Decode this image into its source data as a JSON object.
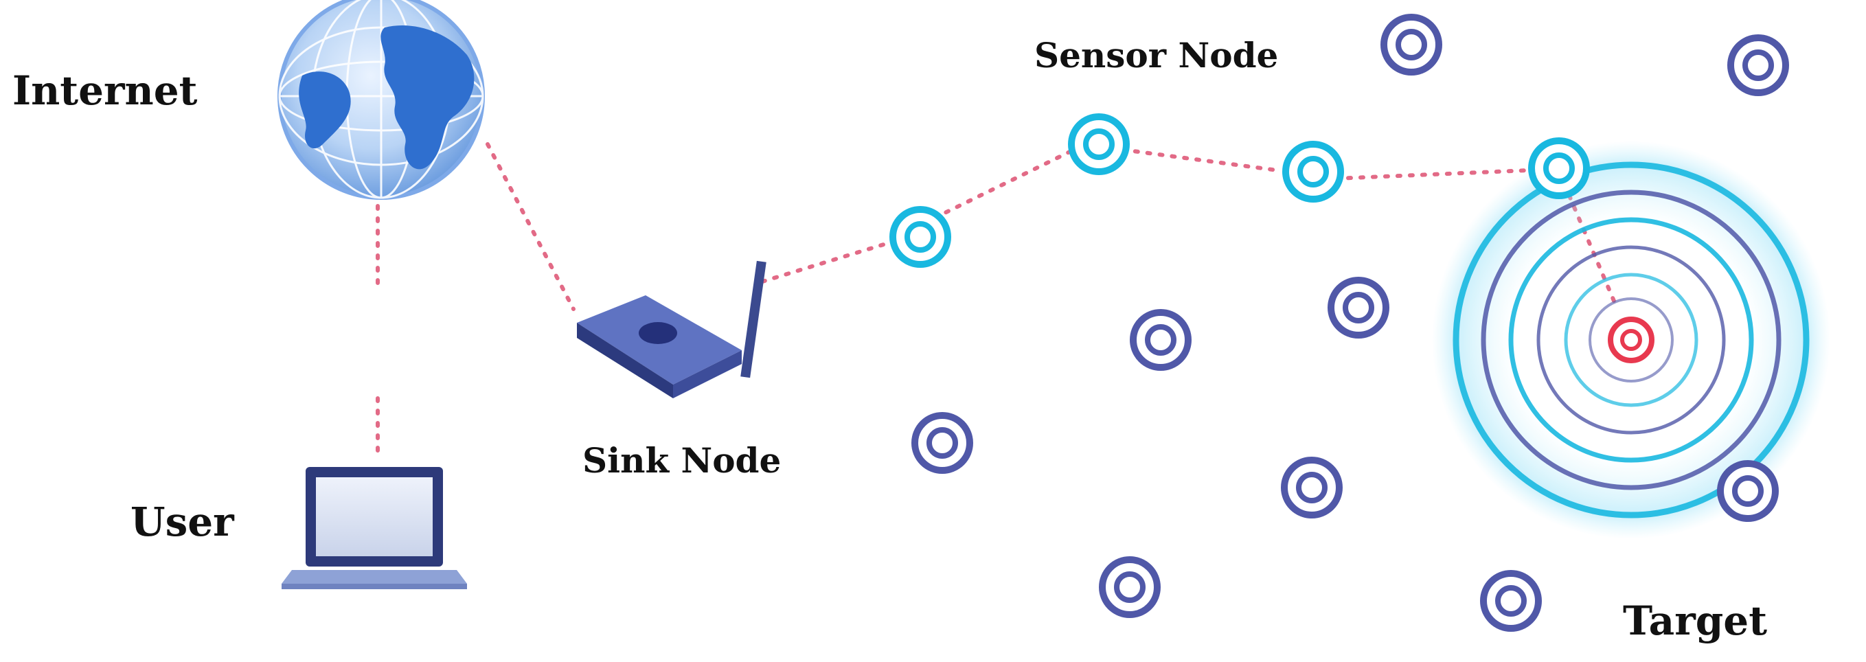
{
  "labels": {
    "internet": "Internet",
    "user": "User",
    "sink_node": "Sink Node",
    "sensor_node": "Sensor Node",
    "target": "Target"
  },
  "colors": {
    "link": "#e26a86",
    "active_node": "#19b8e0",
    "idle_node": "#5058a8",
    "target": "#e8394f",
    "ripple": "#19b8e0",
    "device": "#3b4a8f",
    "globe": "#2f6fcf"
  },
  "icons": {
    "internet": "globe-icon",
    "user": "laptop-icon",
    "sink": "router-icon",
    "target": "target-icon",
    "sensor": "sensor-icon"
  }
}
